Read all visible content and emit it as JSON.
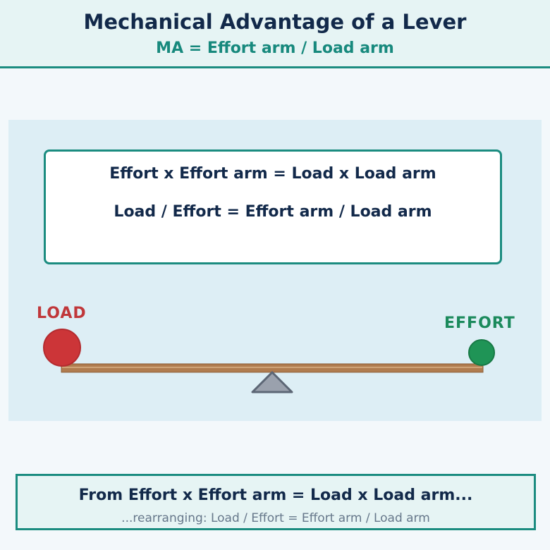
{
  "header": {
    "title": "Mechanical Advantage of a Lever",
    "subtitle": "MA = Effort arm / Load arm"
  },
  "equations": {
    "line1": "Effort x Effort arm = Load x Load arm",
    "line2": "Load / Effort = Effort arm / Load arm"
  },
  "lever": {
    "load_label": "LOAD",
    "effort_label": "EFFORT",
    "colors": {
      "load": "#cc3538",
      "effort": "#1f9456",
      "beam": "#b07c4f",
      "fulcrum": "#9aa1ad"
    }
  },
  "footer": {
    "main": "From Effort x Effort arm = Load x Load arm...",
    "sub": "...rearranging: Load / Effort = Effort arm / Load arm"
  }
}
